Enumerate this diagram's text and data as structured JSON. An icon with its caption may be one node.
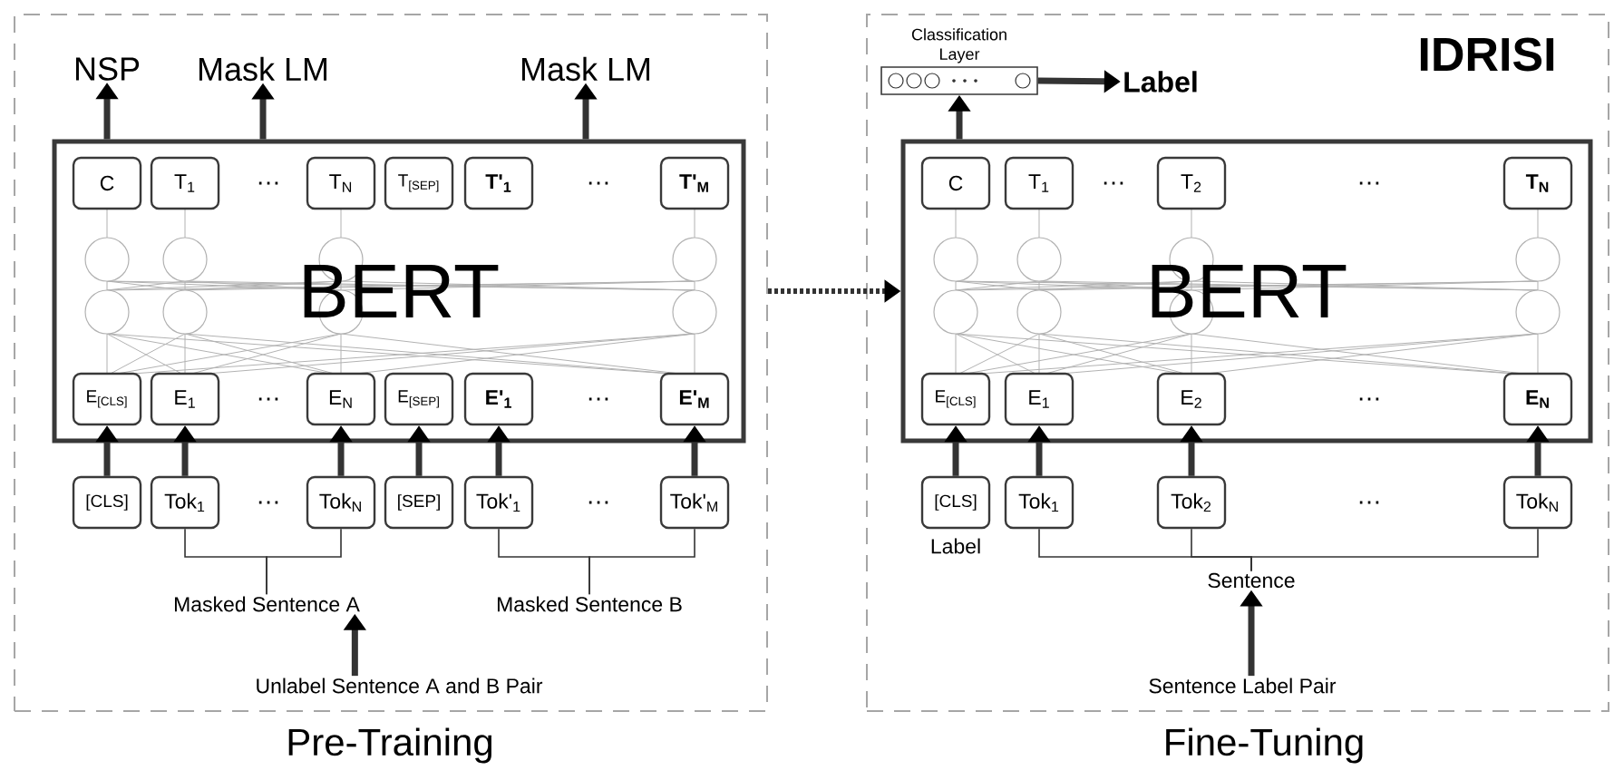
{
  "diagram": {
    "nodes": [
      {
        "text": [
          "Pre-Training"
        ]
      },
      {
        "text": [
          "NSP"
        ],
        "in": 0
      },
      {
        "text": [
          "Mask LM"
        ],
        "in": 0
      },
      {
        "text": [
          "Mask LM"
        ],
        "in": 0
      },
      {
        "text": [
          "BERT"
        ],
        "in": 0
      },
      {
        "text": [
          "C"
        ],
        "in": 4
      },
      {
        "text": [
          "T$_{1}$"
        ],
        "in": 4
      },
      {
        "text": [
          "T$_{N}$"
        ],
        "in": 4
      },
      {
        "text": [
          "T$_{[SEP]}$"
        ],
        "in": 4
      },
      {
        "text": [
          "T'$_{1}$"
        ],
        "in": 4
      },
      {
        "text": [
          "T'$_{M}$"
        ],
        "in": 4
      },
      {
        "text": [
          "E$_{[CLS]}$"
        ],
        "in": 4
      },
      {
        "text": [
          "E$_{1}$"
        ],
        "in": 4
      },
      {
        "text": [
          "E$_{N}$"
        ],
        "in": 4
      },
      {
        "text": [
          "E$_{[SEP]}$"
        ],
        "in": 4
      },
      {
        "text": [
          "E'$_{1}$"
        ],
        "in": 4
      },
      {
        "text": [
          "E'$_{M}$"
        ],
        "in": 4
      },
      {
        "text": [
          "[CLS]"
        ],
        "in": 0
      },
      {
        "text": [
          "Tok$_{1}$"
        ],
        "in": 0
      },
      {
        "text": [
          "Tok$_{N}$"
        ],
        "in": 0
      },
      {
        "text": [
          "[SEP]"
        ],
        "in": 0
      },
      {
        "text": [
          "Tok'$_{1}$"
        ],
        "in": 0
      },
      {
        "text": [
          "Tok'$_{M}$"
        ],
        "in": 0
      },
      {
        "text": [
          "Masked Sentence A"
        ],
        "in": 0
      },
      {
        "text": [
          "Masked Sentence B"
        ],
        "in": 0
      },
      {
        "text": [
          "Unlabel Sentence A and B Pair"
        ],
        "in": 0
      },
      {
        "text": [
          "Fine-Tuning"
        ]
      },
      {
        "text": [
          "Classification Layer"
        ],
        "in": 26
      },
      {
        "text": [
          "Label"
        ],
        "in": 26
      },
      {
        "text": [
          "BERT"
        ],
        "in": 26
      },
      {
        "text": [
          "C"
        ],
        "in": 29
      },
      {
        "text": [
          "T$_{1}$"
        ],
        "in": 29
      },
      {
        "text": [
          "T$_{2}$"
        ],
        "in": 29
      },
      {
        "text": [
          "T$_{N}$"
        ],
        "in": 29
      },
      {
        "text": [
          "E$_{[CLS]}$"
        ],
        "in": 29
      },
      {
        "text": [
          "E$_{1}$"
        ],
        "in": 29
      },
      {
        "text": [
          "E$_{2}$"
        ],
        "in": 29
      },
      {
        "text": [
          "E$_{N}$"
        ],
        "in": 29
      },
      {
        "text": [
          "[CLS]"
        ],
        "in": 26,
        "beside": [
          "Label"
        ]
      },
      {
        "text": [
          "Tok$_{1}$"
        ],
        "in": 26
      },
      {
        "text": [
          "Tok$_{2}$"
        ],
        "in": 26
      },
      {
        "text": [
          "Tok$_{N}$"
        ],
        "in": 26
      },
      {
        "text": [
          "Sentence"
        ],
        "in": 26
      },
      {
        "text": [
          "Sentence Label Pair"
        ],
        "in": 26
      }
    ],
    "edges": [
      {
        "from": 4,
        "to": 1,
        "arrow": "to"
      },
      {
        "from": 4,
        "to": 2,
        "arrow": "to"
      },
      {
        "from": 4,
        "to": 3,
        "arrow": "to"
      },
      {
        "from": 17,
        "to": 11,
        "arrow": "to"
      },
      {
        "from": 18,
        "to": 12,
        "arrow": "to"
      },
      {
        "from": 19,
        "to": 13,
        "arrow": "to"
      },
      {
        "from": 20,
        "to": 14,
        "arrow": "to"
      },
      {
        "from": 21,
        "to": 15,
        "arrow": "to"
      },
      {
        "from": 22,
        "to": 16,
        "arrow": "to"
      },
      {
        "from": 18,
        "to": 23,
        "arrow": "none"
      },
      {
        "from": 19,
        "to": 23,
        "arrow": "none"
      },
      {
        "from": 21,
        "to": 24,
        "arrow": "none"
      },
      {
        "from": 22,
        "to": 24,
        "arrow": "none"
      },
      {
        "from": 25,
        "to": 23,
        "arrow": "to"
      },
      {
        "from": 0,
        "to": 29,
        "arrow": "to",
        "style": "dashed"
      },
      {
        "from": 29,
        "to": 27,
        "arrow": "to"
      },
      {
        "from": 27,
        "to": 28,
        "arrow": "to"
      },
      {
        "from": 38,
        "to": 34,
        "arrow": "to"
      },
      {
        "from": 39,
        "to": 35,
        "arrow": "to"
      },
      {
        "from": 40,
        "to": 36,
        "arrow": "to"
      },
      {
        "from": 41,
        "to": 37,
        "arrow": "to"
      },
      {
        "from": 39,
        "to": 42,
        "arrow": "none"
      },
      {
        "from": 40,
        "to": 42,
        "arrow": "none"
      },
      {
        "from": 41,
        "to": 42,
        "arrow": "none"
      },
      {
        "from": 43,
        "to": 42,
        "arrow": "to"
      }
    ],
    "labels": [
      "…",
      "…",
      "…",
      "…",
      "…",
      "…",
      "IDRISI",
      "…",
      "…",
      "…",
      "…"
    ]
  }
}
